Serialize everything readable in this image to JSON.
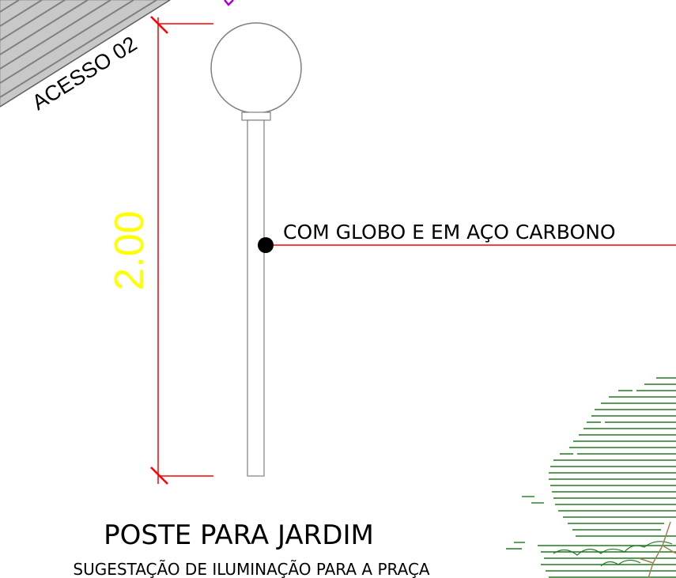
{
  "drawing": {
    "access_label": "ACESSO 02",
    "dimension_value": "2.00",
    "callout_text": "COM GLOBO E EM AÇO CARBONO",
    "title": "POSTE PARA JARDIM",
    "subtitle": "SUGESTAÇÃO DE ILUMINAÇÃO PARA A PRAÇA"
  },
  "colors": {
    "background": "#ffffff",
    "dimension": "#ff0000",
    "dimension_text": "#ffff00",
    "outline": "#808080",
    "hatch": "#a0a0a0",
    "vegetation": "#1e7a1e",
    "branches": "#a08050",
    "text": "#000000",
    "accent": "#aa00cc"
  },
  "icons": {
    "callout_marker": "filled-circle-dot",
    "dimension_tick": "oblique-tick"
  }
}
